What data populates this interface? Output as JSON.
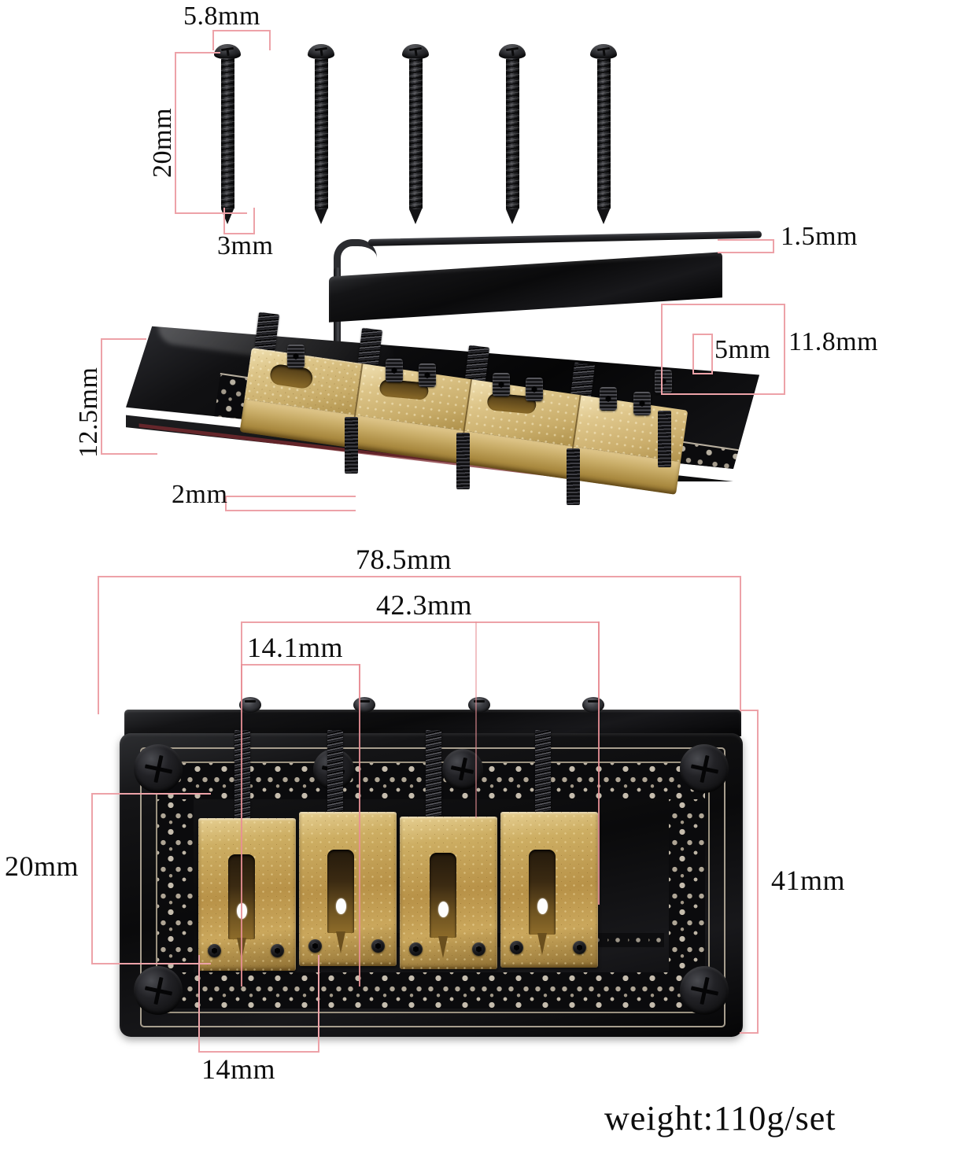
{
  "document": {
    "title": "Guitar Bridge Dimension Diagram",
    "background_color": "#ffffff",
    "dimension_line_color": "#eda2a8",
    "text_color": "#0d0d0d"
  },
  "annotations": {
    "screw_width": "5.8mm",
    "screw_length": "20mm",
    "screw_tip_diameter": "3mm",
    "hex_key_thickness": "1.5mm",
    "plate_height": "12.5mm",
    "plate_thickness": "2mm",
    "saddle_height": "5mm",
    "total_height": "11.8mm",
    "plate_width": "78.5mm",
    "inner_span": "42.3mm",
    "string_spacing": "14.1mm",
    "saddle_offset_vertical": "20mm",
    "saddle_offset_horizontal": "14mm",
    "plate_depth": "41mm",
    "weight": "weight:110g/set"
  },
  "parts": {
    "screws": {
      "name": "mounting-screws",
      "count": 5,
      "color": "#131315"
    },
    "hex_key": {
      "name": "hex-allen-key",
      "color": "#2b2c30"
    },
    "bridge_plate": {
      "name": "bridge-base-plate",
      "finish": "black ornate engraved",
      "color": "#0b0b0d",
      "pattern_color": "#c9bfae"
    },
    "saddles": {
      "name": "brass-saddles",
      "count": 4,
      "color": "#b89248"
    },
    "springs": {
      "name": "intonation-springs",
      "count": 4,
      "color": "#34343a"
    },
    "corner_screws": {
      "name": "corner-phillips-screws",
      "count": 4,
      "color": "#222226"
    }
  },
  "views": {
    "top_view_label": "screws-row-view",
    "perspective_view_label": "bridge-perspective-view",
    "plan_view_label": "bridge-plan-view"
  }
}
